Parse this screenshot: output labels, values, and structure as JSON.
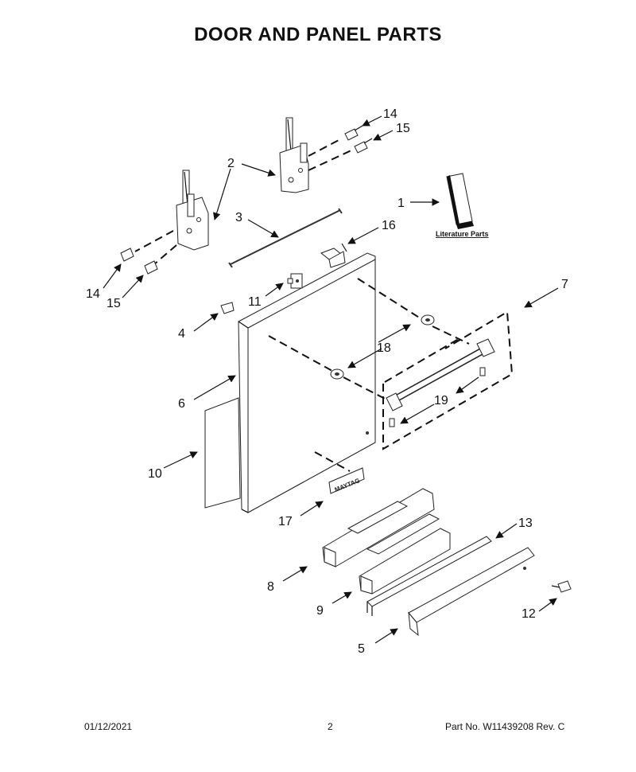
{
  "title": "DOOR AND PANEL PARTS",
  "literature_label": "Literature Parts",
  "logo_text": "MAYTAG",
  "callouts": {
    "c1": "1",
    "c2": "2",
    "c3": "3",
    "c4": "4",
    "c5": "5",
    "c6": "6",
    "c7": "7",
    "c8": "8",
    "c9": "9",
    "c10": "10",
    "c11": "11",
    "c12": "12",
    "c13": "13",
    "c14a": "14",
    "c14b": "14",
    "c15a": "15",
    "c15b": "15",
    "c16": "16",
    "c17": "17",
    "c18": "18",
    "c19": "19"
  },
  "footer": {
    "date": "01/12/2021",
    "page": "2",
    "part_no": "Part No.  W11439208  Rev.  C"
  }
}
